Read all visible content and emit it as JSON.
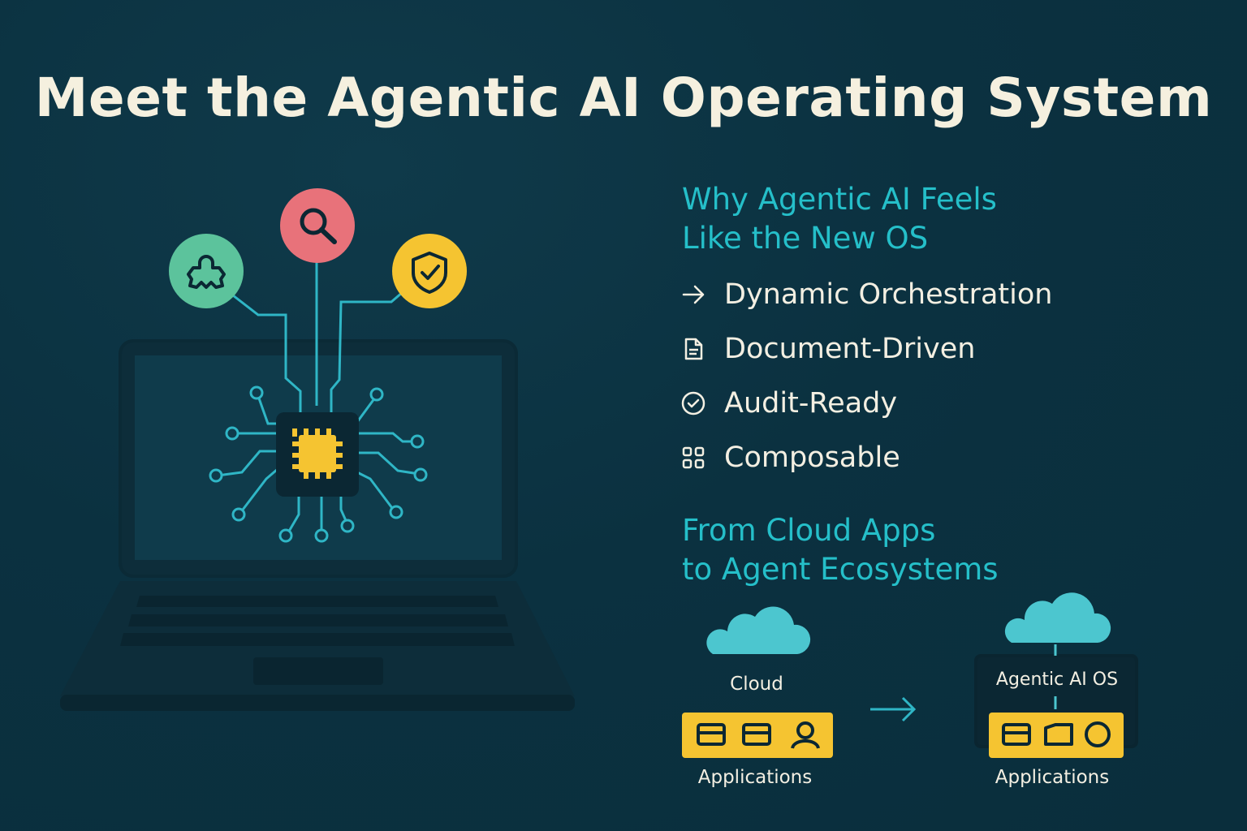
{
  "title": "Meet the Agentic AI Operating System",
  "section1": {
    "heading_line1": "Why Agentic AI Feels",
    "heading_line2": "Like the New OS",
    "features": [
      {
        "icon": "arrow-right-icon",
        "label": "Dynamic Orchestration"
      },
      {
        "icon": "document-icon",
        "label": "Document-Driven"
      },
      {
        "icon": "check-circle-icon",
        "label": "Audit-Ready"
      },
      {
        "icon": "grid-icon",
        "label": "Composable"
      }
    ]
  },
  "section2": {
    "heading_line1": "From Cloud Apps",
    "heading_line2": "to Agent Ecosystems"
  },
  "diagram": {
    "left": {
      "cloud_label": "Cloud",
      "apps_label": "Applications"
    },
    "right": {
      "os_label": "Agentic AI OS",
      "apps_label": "Applications"
    }
  },
  "colors": {
    "background": "#0b3140",
    "accent_teal": "#25bfc9",
    "accent_yellow": "#f5c431",
    "node_green": "#5cc39c",
    "node_red": "#e8727a",
    "text": "#f3efe2"
  }
}
